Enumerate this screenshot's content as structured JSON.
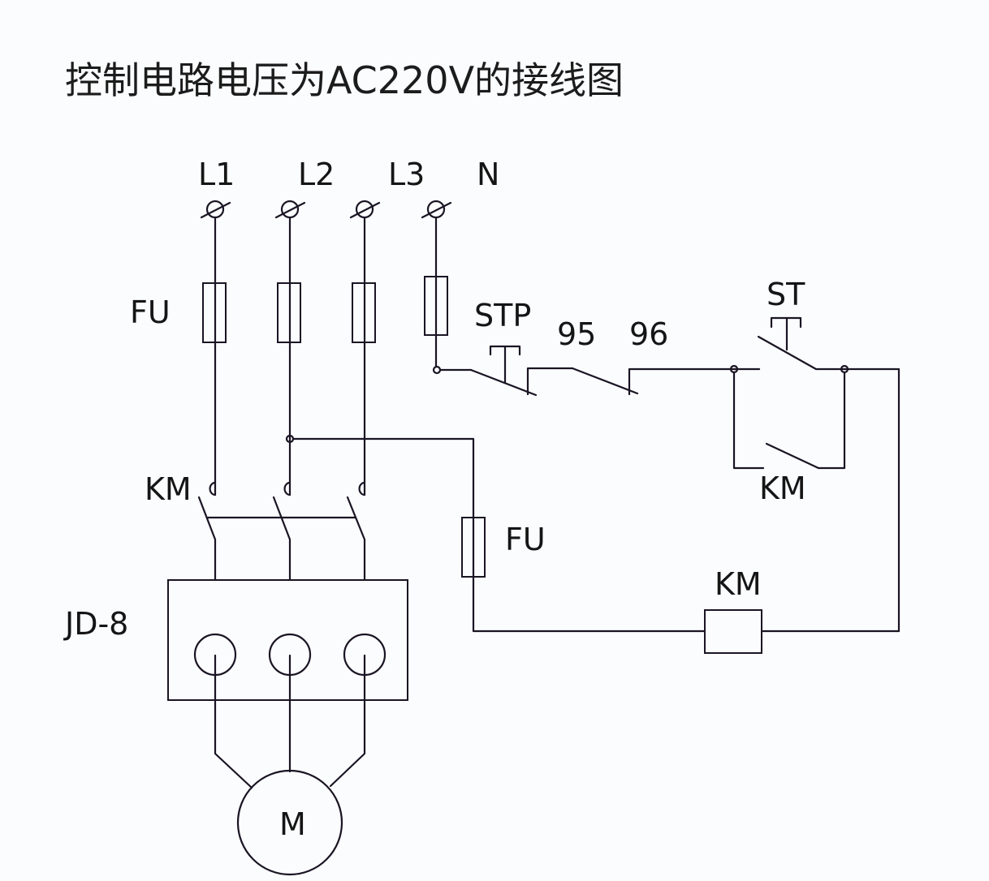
{
  "title": "控制电路电压为AC220V的接线图",
  "supply": {
    "terminals": [
      "L1",
      "L2",
      "L3",
      "N"
    ]
  },
  "labels": {
    "main_fuse": "FU",
    "contactor_main": "KM",
    "overload_relay": "JD-8",
    "stop_button": "STP",
    "overload_contact_in": "95",
    "overload_contact_out": "96",
    "start_button": "ST",
    "holding_contact": "KM",
    "control_fuse": "FU",
    "coil": "KM",
    "motor": "M"
  },
  "colors": {
    "line": "#1a1423",
    "text": "#151515",
    "background": "#fbfcfe"
  }
}
